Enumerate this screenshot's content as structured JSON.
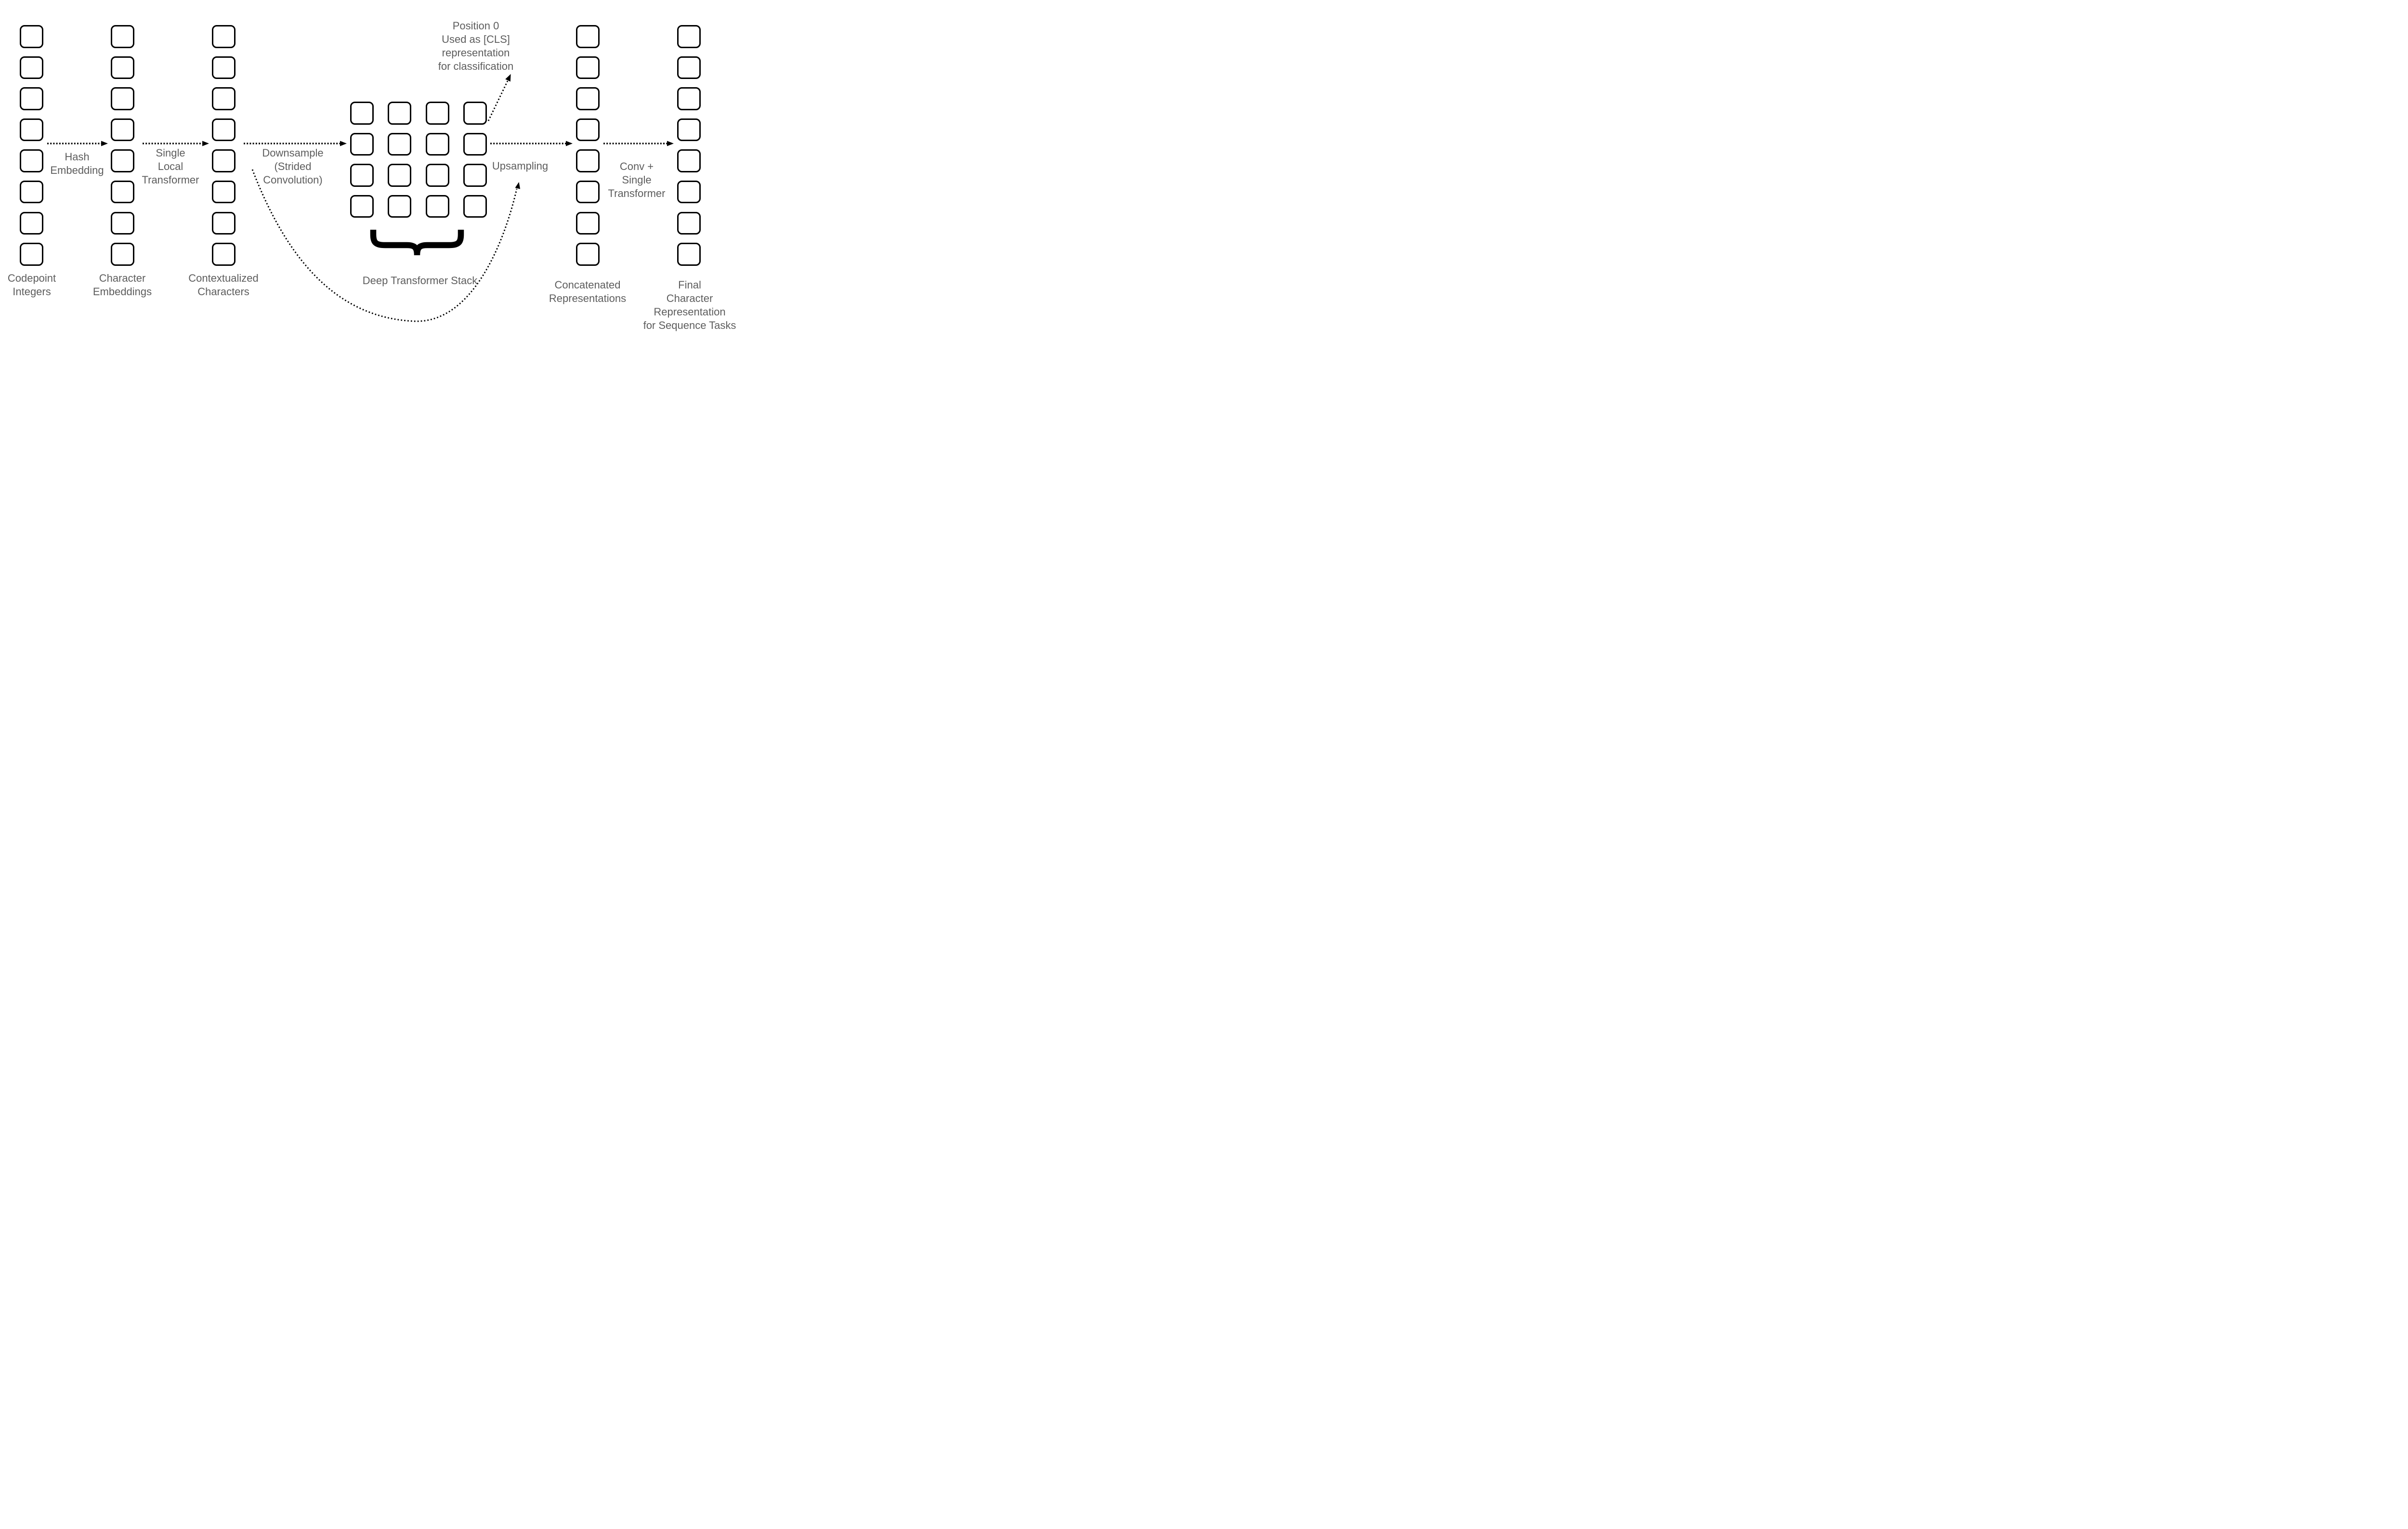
{
  "colors": {
    "background": "#ffffff",
    "label_text": "#5d5d5d",
    "line": "#000000",
    "box_border": "#000000",
    "box_fill": "#ffffff"
  },
  "columns": [
    {
      "name": "codepoint-integers",
      "box_count": 8,
      "label": "Codepoint\nIntegers"
    },
    {
      "name": "character-embeddings",
      "box_count": 8,
      "label": "Character\nEmbeddings"
    },
    {
      "name": "contextualized-characters",
      "box_count": 8,
      "label": "Contextualized\nCharacters"
    },
    {
      "name": "concatenated-representations",
      "box_count": 8,
      "label": "Concatenated\nRepresentations"
    },
    {
      "name": "final-character-representation",
      "box_count": 8,
      "label": "Final\nCharacter\nRepresentation\nfor Sequence Tasks"
    }
  ],
  "grid": {
    "name": "deep-transformer-grid",
    "rows": 4,
    "cols": 4,
    "box_count": 16,
    "label": "Deep Transformer Stack"
  },
  "flow_labels": {
    "hash_embedding": "Hash\nEmbedding",
    "single_local_transformer": "Single\nLocal\nTransformer",
    "downsample": "Downsample\n(Strided\nConvolution)",
    "upsampling": "Upsampling",
    "conv_single_transformer": "Conv +\nSingle\nTransformer"
  },
  "annotations": {
    "cls_note": "Position 0\nUsed as [CLS]\nrepresentation\nfor classification"
  }
}
